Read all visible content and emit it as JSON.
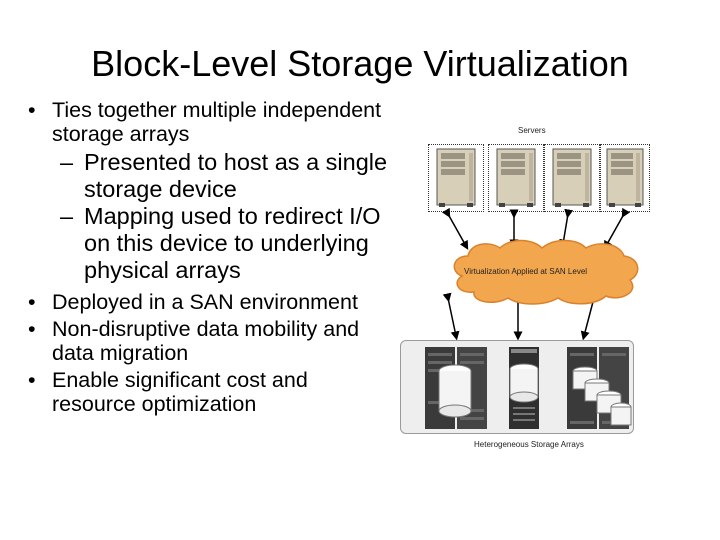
{
  "slide": {
    "title": "Block-Level Storage Virtualization",
    "bullets": [
      {
        "text": "Ties together multiple independent storage arrays",
        "sub": [
          "Presented to host as a single storage device",
          "Mapping used to redirect I/O on this device to underlying physical arrays"
        ]
      },
      {
        "text": "Deployed in a SAN environment"
      },
      {
        "text": "Non-disruptive data mobility and data migration"
      },
      {
        "text": "Enable significant cost and resource optimization"
      }
    ],
    "bullet_char": "•",
    "dash_char": "–"
  },
  "diagram": {
    "servers_label": "Servers",
    "cloud_label": "Virtualization Applied at SAN Level",
    "storage_label": "Heterogeneous Storage Arrays",
    "colors": {
      "cloud_fill": "#f2a64e",
      "cloud_stroke": "#d9822b",
      "server_beige": "#d8cfb8",
      "rack_dark": "#3a3a3a"
    }
  }
}
